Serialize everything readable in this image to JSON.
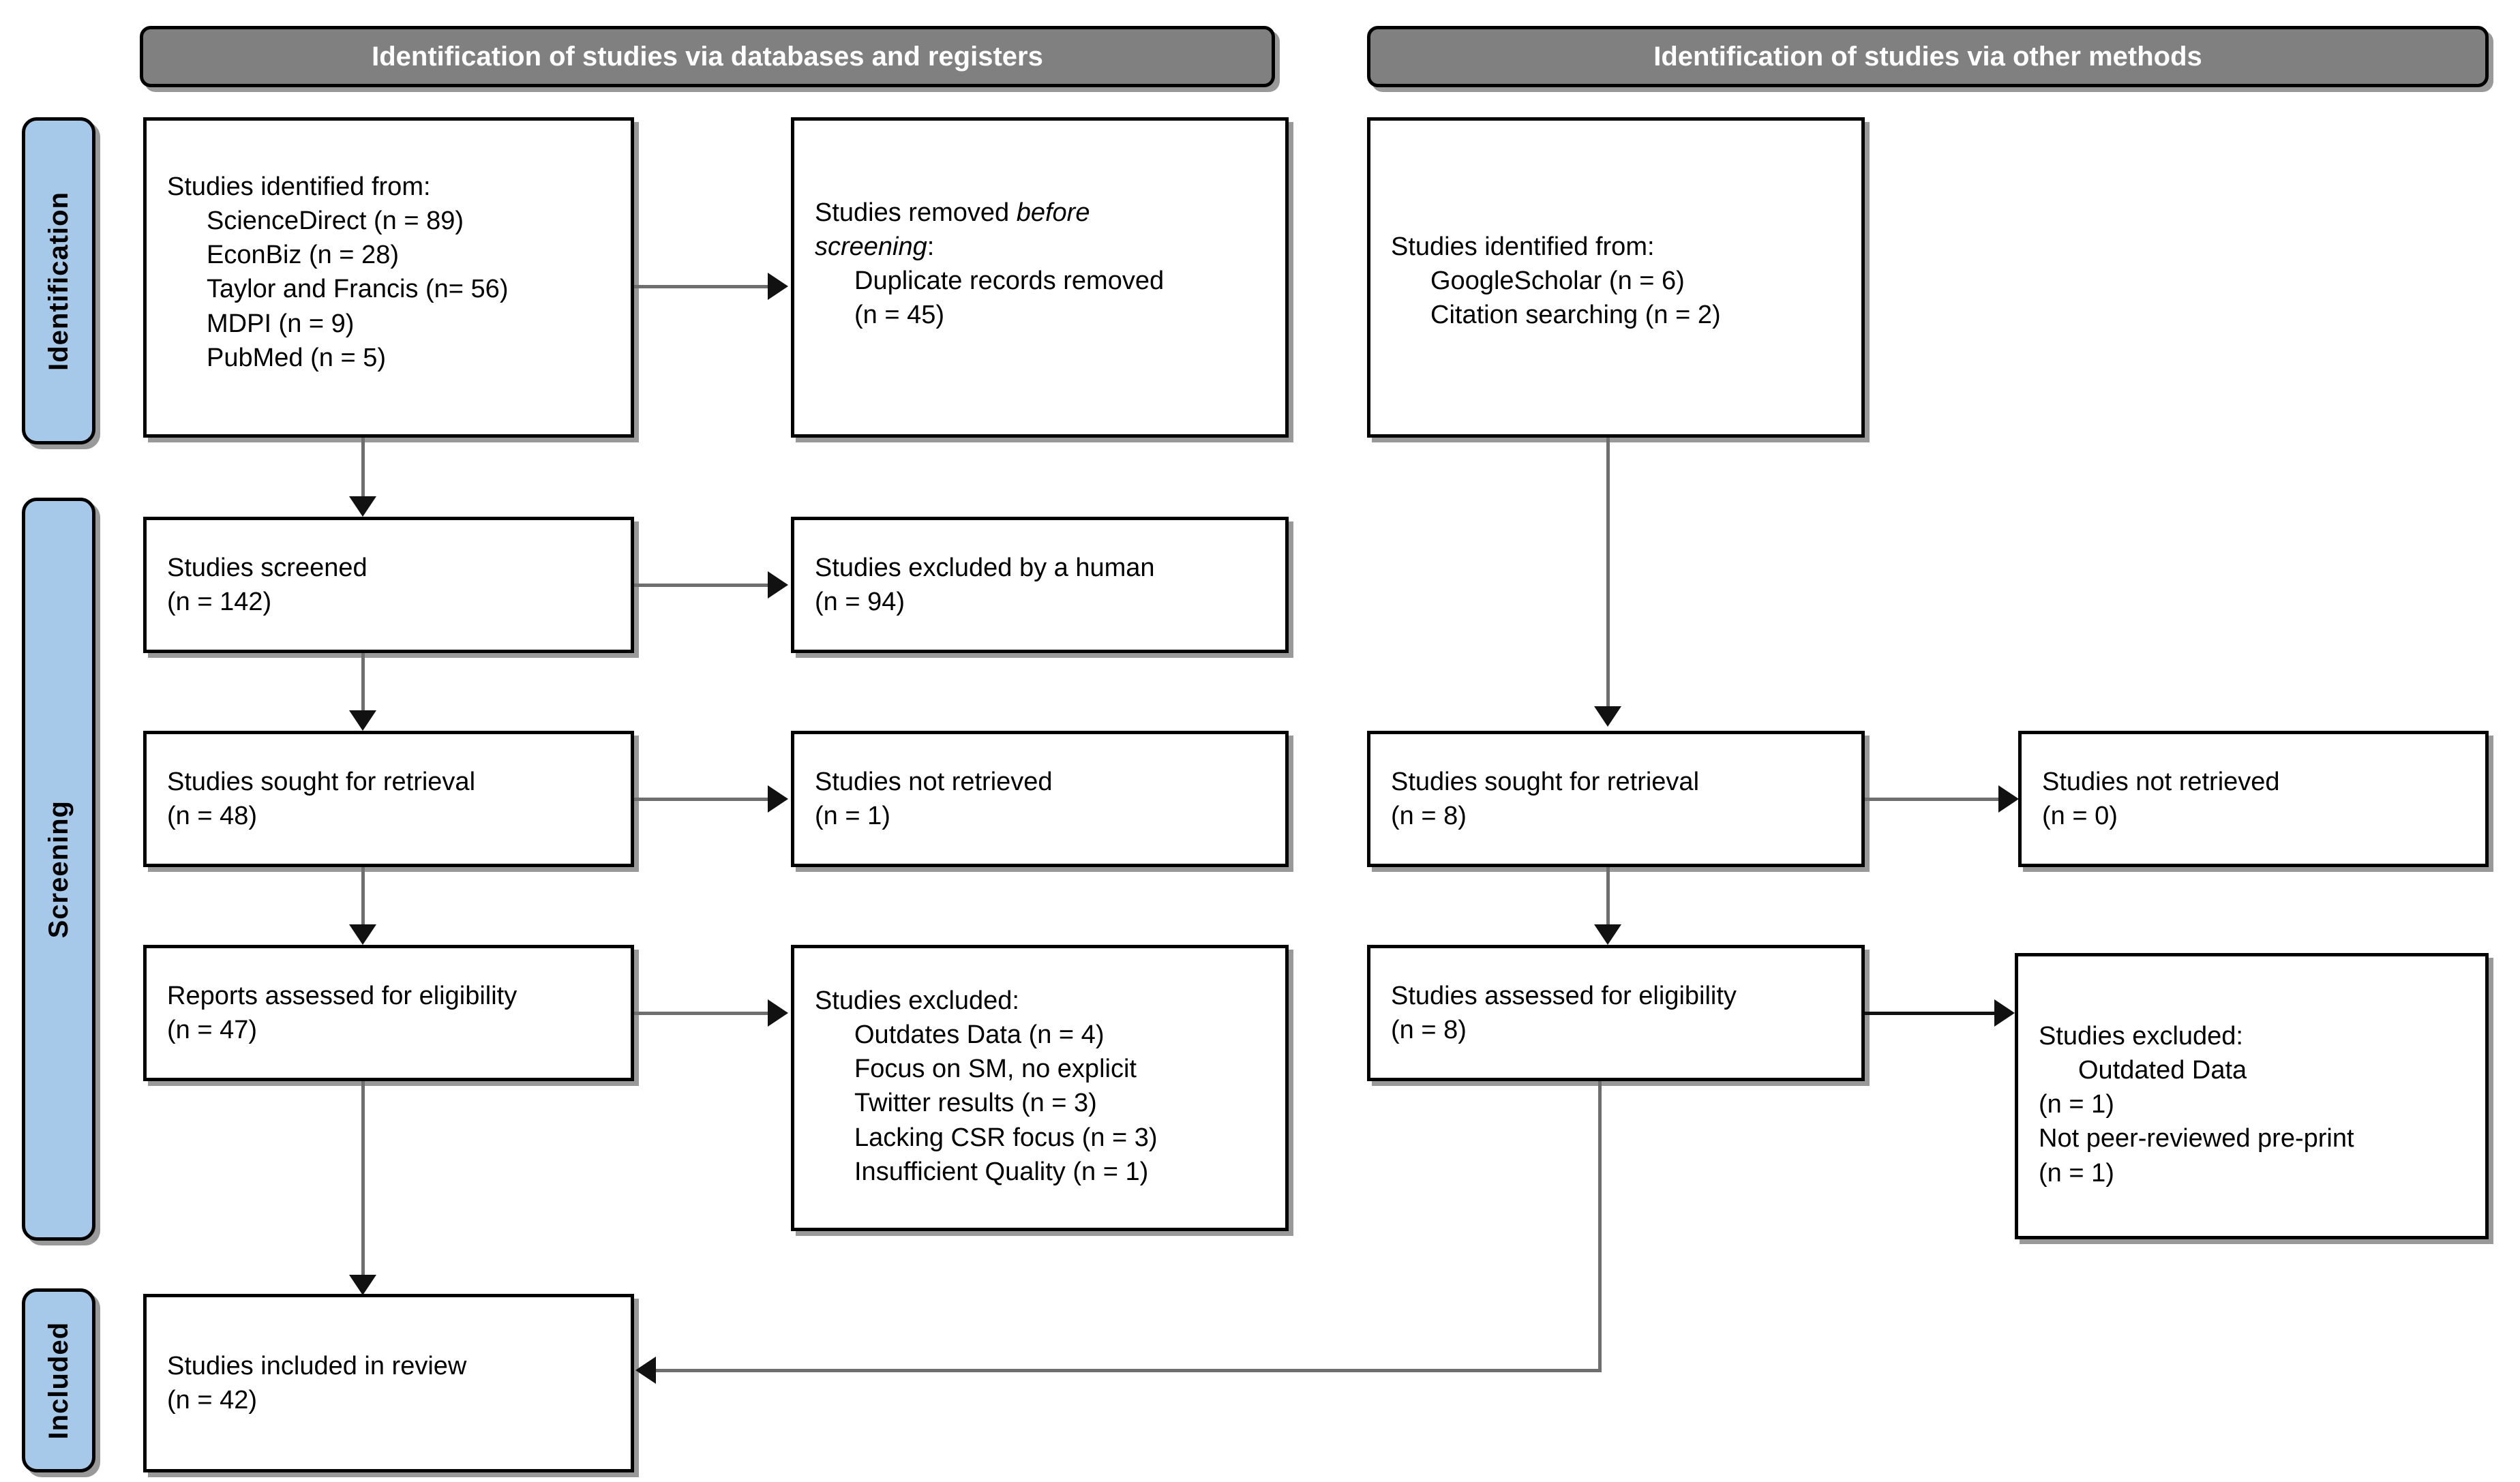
{
  "colors": {
    "header_bg": "#808080",
    "rail_bg": "#a6c9e9",
    "box_bg": "#ffffff",
    "border": "#000000",
    "connector": "#6e6e6e"
  },
  "headers": {
    "left": "Identification of studies via databases and registers",
    "right": "Identification of studies via other methods"
  },
  "rails": [
    {
      "label": "Identification"
    },
    {
      "label": "Screening"
    },
    {
      "label": "Included"
    }
  ],
  "left_column": {
    "identified": {
      "title": "Studies identified from:",
      "items": [
        "ScienceDirect (n = 89)",
        "EconBiz (n = 28)",
        "Taylor and Francis (n= 56)",
        "MDPI (n = 9)",
        "PubMed (n = 5)"
      ]
    },
    "removed": {
      "line1": "Studies removed ",
      "line1_em": "before",
      "line2_em": "screening",
      "line2_tail": ":",
      "item": "Duplicate records removed",
      "count": "(n = 45)"
    },
    "screened": {
      "title": "Studies screened",
      "count": "(n = 142)"
    },
    "excluded_human": {
      "title": "Studies excluded by a human",
      "count": "(n = 94)"
    },
    "sought": {
      "title": "Studies sought for retrieval",
      "count": "(n = 48)"
    },
    "not_retrieved": {
      "title": "Studies not retrieved",
      "count": "(n = 1)"
    },
    "assessed": {
      "title": "Reports assessed for eligibility",
      "count": "(n = 47)"
    },
    "excluded": {
      "title": "Studies excluded:",
      "items": [
        "Outdates Data (n = 4)",
        "Focus on SM, no explicit",
        "Twitter results (n = 3)",
        "Lacking CSR focus (n = 3)",
        "Insufficient Quality (n = 1)"
      ]
    },
    "included": {
      "title": "Studies included in review",
      "count": "(n = 42)"
    }
  },
  "right_column": {
    "identified": {
      "title": "Studies identified from:",
      "items": [
        "GoogleScholar (n = 6)",
        "Citation searching (n = 2)"
      ]
    },
    "sought": {
      "title": "Studies sought for retrieval",
      "count": "(n = 8)"
    },
    "not_retrieved": {
      "title": "Studies not retrieved",
      "count": "(n = 0)"
    },
    "assessed": {
      "title": "Studies assessed for eligibility",
      "count": "(n = 8)"
    },
    "excluded": {
      "title": "Studies excluded:",
      "items": [
        "Outdated Data",
        "(n = 1)",
        "Not peer-reviewed pre-print",
        "(n = 1)"
      ]
    }
  }
}
